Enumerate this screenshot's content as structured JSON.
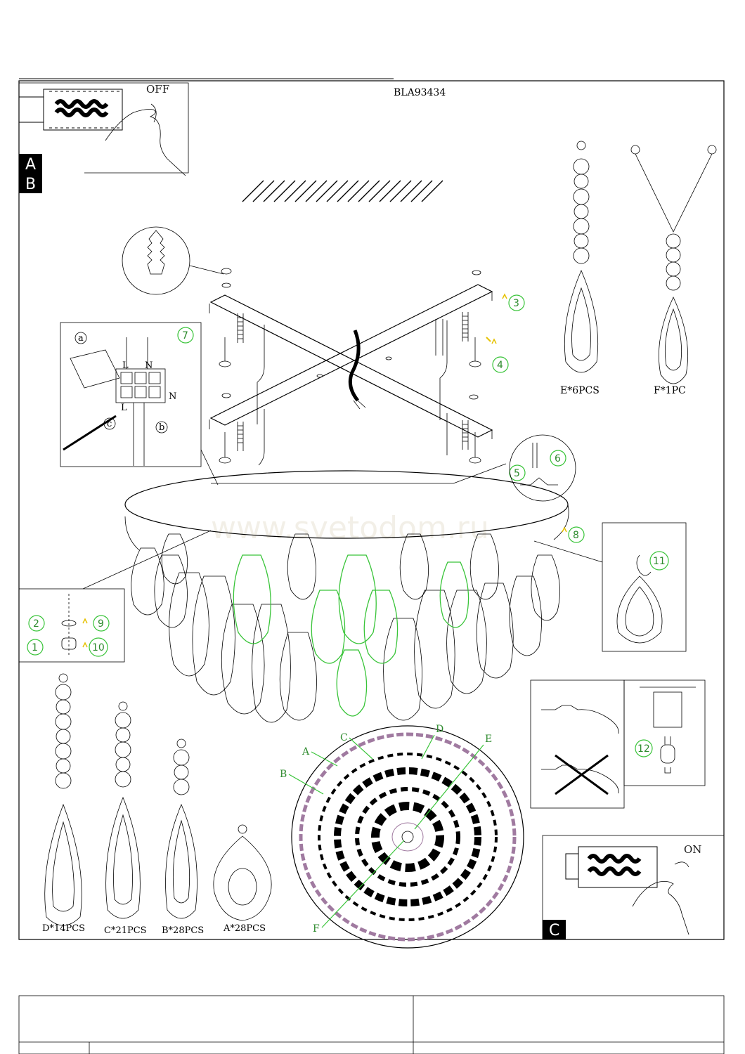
{
  "model_code": "BLA93434",
  "watermark": "www.svetodom.ru",
  "panel_off": {
    "switch_label": "OFF",
    "tags": [
      "A",
      "B"
    ]
  },
  "panel_on": {
    "switch_label": "ON",
    "tag": "C"
  },
  "steps": [
    "1",
    "2",
    "3",
    "4",
    "5",
    "6",
    "7",
    "8",
    "9",
    "10",
    "11",
    "12"
  ],
  "wiring": {
    "terminal_left": "L",
    "terminal_right": "N",
    "terminal_side": "N",
    "terminal_bottom": "L",
    "callouts": [
      "a",
      "b",
      "c"
    ]
  },
  "crystal_types": [
    {
      "id": "D",
      "count": "D*14PCS"
    },
    {
      "id": "C",
      "count": "C*21PCS"
    },
    {
      "id": "B",
      "count": "B*28PCS"
    },
    {
      "id": "A",
      "count": "A*28PCS"
    },
    {
      "id": "E",
      "count": "E*6PCS"
    },
    {
      "id": "F",
      "count": "F*1PC"
    }
  ],
  "ring_labels": [
    "A",
    "B",
    "C",
    "D",
    "E",
    "F"
  ],
  "colors": {
    "line": "#000000",
    "accent_green": "#39c439",
    "step_text": "#2e8b2e",
    "tag_bg": "#000000"
  },
  "icons": [
    "switch-block-icon",
    "hand-icon",
    "plug-anchor-icon",
    "screw-icon",
    "bulb-icon",
    "cross-mark-icon"
  ]
}
